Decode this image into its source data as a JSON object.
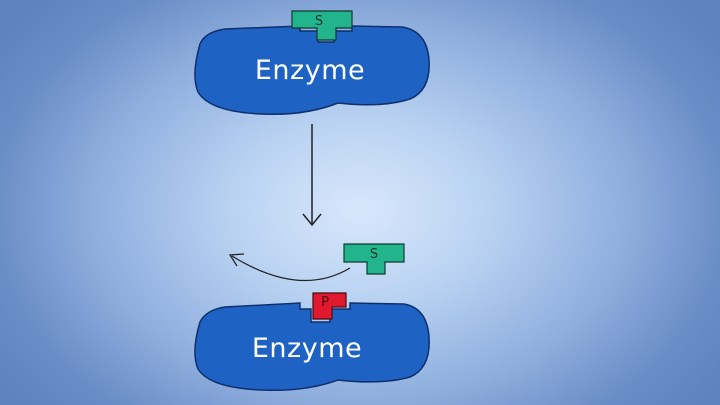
{
  "enzyme_top": {
    "label": "Enzyme",
    "color": "#1e63c4",
    "outline": "#0f2f6a"
  },
  "substrate_top": {
    "label": "S",
    "color": "#21b48d"
  },
  "substrate_released": {
    "label": "S",
    "color": "#21b48d"
  },
  "product": {
    "label": "P",
    "color": "#e0192f"
  },
  "enzyme_bottom": {
    "label": "Enzyme",
    "color": "#1e63c4",
    "outline": "#0f2f6a"
  },
  "colors": {
    "arrow": "#222222",
    "background_center": "#d8e7fb",
    "background_edge": "#5f83bf"
  }
}
